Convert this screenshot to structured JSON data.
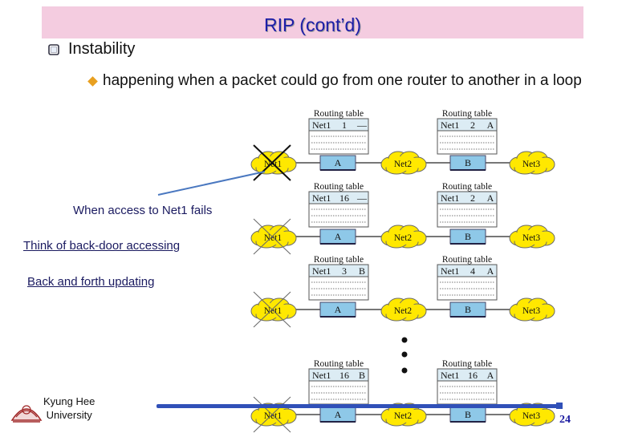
{
  "slide": {
    "title": "RIP (cont’d)",
    "heading": "Instability",
    "bullet": "happening when a packet could go from one router to another in a loop",
    "notes": [
      "When access to Net1 fails",
      "Think of back-door accessing",
      "Back and forth updating"
    ],
    "institution": [
      "Kyung Hee",
      "University"
    ],
    "page_number": "24"
  },
  "diagram": {
    "table_title": "Routing table",
    "net_labels": [
      "Net1",
      "Net2",
      "Net3"
    ],
    "router_labels": [
      "A",
      "B"
    ],
    "stages": [
      {
        "a_entry": [
          "Net1",
          "1",
          "—"
        ],
        "b_entry": [
          "Net1",
          "2",
          "A"
        ]
      },
      {
        "a_entry": [
          "Net1",
          "16",
          "—"
        ],
        "b_entry": [
          "Net1",
          "2",
          "A"
        ]
      },
      {
        "a_entry": [
          "Net1",
          "3",
          "B"
        ],
        "b_entry": [
          "Net1",
          "4",
          "A"
        ]
      },
      {
        "a_entry": [
          "Net1",
          "16",
          "B"
        ],
        "b_entry": [
          "Net1",
          "16",
          "A"
        ]
      }
    ]
  },
  "colors": {
    "cloud": "#ffe800",
    "router": "#8ec8e8",
    "title_bar": "#f4cce0",
    "title_text": "#1d1da8",
    "accent": "#3050b8"
  }
}
